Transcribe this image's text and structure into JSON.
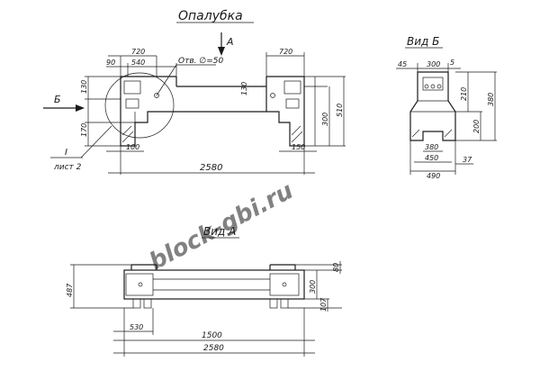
{
  "titles": {
    "main": "Опалубка",
    "view_b": "Вид Б",
    "view_a": "Вид А"
  },
  "markers": {
    "arrow_a": "А",
    "arrow_b": "Б",
    "section_num": "I",
    "section_sheet": "лист 2"
  },
  "notes": {
    "hole": "Отв. ∅=50"
  },
  "dims_front": {
    "top_720_left": "720",
    "top_90": "90",
    "top_540": "540",
    "top_720_right": "720",
    "left_130": "130",
    "left_170": "170",
    "right_130": "130",
    "right_300": "300",
    "right_510": "510",
    "bottom_100": "100",
    "bottom_150": "150",
    "overall_2580": "2580"
  },
  "dims_view_b": {
    "top_45": "45",
    "top_300": "300",
    "top_5": "5",
    "right_380": "380",
    "right_210": "210",
    "right_200": "200",
    "bottom_380": "380",
    "bottom_450": "450",
    "bottom_490": "490",
    "bottom_37": "37"
  },
  "dims_view_a": {
    "left_487": "487",
    "right_80": "80",
    "right_300": "300",
    "right_107": "107",
    "bottom_530": "530",
    "bottom_1500": "1500",
    "bottom_2580": "2580"
  },
  "watermark": "block-gbi.ru"
}
